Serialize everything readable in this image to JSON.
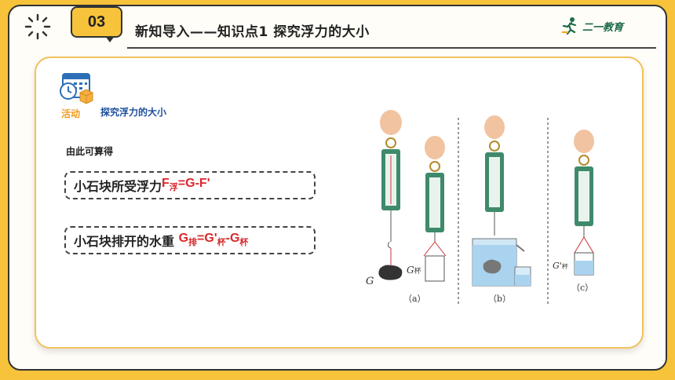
{
  "header": {
    "badge": "03",
    "title": "新知导入——知识点1 探究浮力的大小",
    "logo_text": "二一教育"
  },
  "activity": {
    "label": "活动",
    "title": "探究浮力的大小"
  },
  "content": {
    "calc_label": "由此可算得",
    "line1_text": "小石块所受浮力",
    "line1_formula_F": "F",
    "line1_formula_sub": "浮",
    "line1_formula_rest": "=G-F'",
    "line2_text": "小石块排开的水重 ",
    "line2_G1": "G",
    "line2_sub1": "排",
    "line2_mid": "=G'",
    "line2_sub2": "杯",
    "line2_dash": "-G",
    "line2_sub3": "杯"
  },
  "figure": {
    "label_G": "G",
    "label_Gcup": "G",
    "label_Gcup_sub": "杯",
    "label_Gcup2": "G'",
    "label_Gcup2_sub": "杯",
    "caption_a": "（a）",
    "caption_b": "（b）",
    "caption_c": "（c）"
  },
  "colors": {
    "background": "#f7c33a",
    "accent_red": "#d8282b",
    "title_blue": "#1c4f9c",
    "activity_orange": "#f29a1a"
  }
}
